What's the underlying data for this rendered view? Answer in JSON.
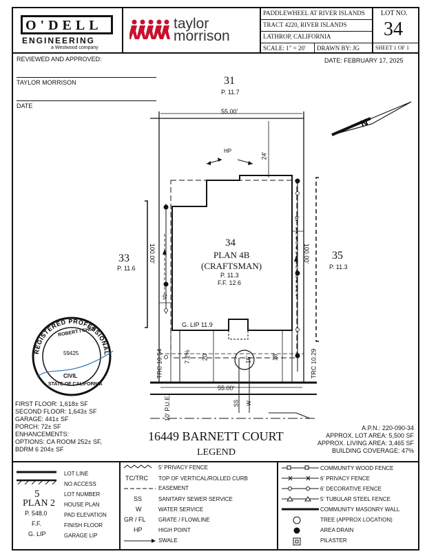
{
  "header": {
    "odell_name": "O'DELL",
    "odell_sub": "ENGINEERING",
    "odell_tag": "a Westwood company",
    "tm_line1": "taylor",
    "tm_line2": "morrison",
    "project_lines": [
      "PADDLEWHEEL AT RIVER ISLANDS",
      "TRACT 4220, RIVER ISLANDS",
      "LATHROP, CALIFORNIA"
    ],
    "scale": "SCALE:  1\" = 20'",
    "drawn_by": "DRAWN BY:  JG",
    "lot_label": "LOT NO.",
    "lot_no": "34",
    "sheet": "SHEET 1 OF 1"
  },
  "approval": {
    "reviewed": "REVIEWED AND APPROVED:",
    "date_label": "DATE: FEBRUARY 17, 2025",
    "company": "TAYLOR MORRISON",
    "date": "DATE"
  },
  "plan": {
    "lot_top_no": "31",
    "lot_top_p": "P. 11.7",
    "lot_left_no": "33",
    "lot_left_p": "P. 11.6",
    "lot_right_no": "35",
    "lot_right_p": "P. 11.3",
    "width_top": "55.00'",
    "width_bottom": "55.00'",
    "depth_left": "100.00'",
    "depth_right": "100.00'",
    "setback_rear": "24'",
    "setback_side_right": "5'",
    "setback_side_left": "5'",
    "setback_front_left": "20'",
    "setback_front_right": "18'",
    "setback_front_far": "7.2%",
    "garage_offset": "16'",
    "hp": "HP",
    "house_lot": "34",
    "house_plan": "PLAN 4B",
    "house_style": "(CRAFTSMAN)",
    "house_p": "P. 11.3",
    "house_ff": "F.F. 12.6",
    "glip": "G. LIP 11.9",
    "trc_left": "TRC 10.54",
    "trc_right": "TRC 10.29",
    "pue": "10' P.U.E.",
    "ss": "SS",
    "w": "W"
  },
  "seal": {
    "outer_text": "REGISTERED PROFESSIONAL ENGINEER",
    "name": "ROBERT I CHEN",
    "number": "59425",
    "discipline": "CIVIL",
    "state": "STATE OF CALIFORNIA"
  },
  "stats_left": [
    "FIRST FLOOR: 1,618± SF",
    "SECOND FLOOR: 1,643± SF",
    "GARAGE: 441± SF",
    "PORCH: 72± SF",
    "ENHANCEMENTS:",
    "OPTIONS: CA ROOM 252± SF,",
    "BDRM 6 204± SF"
  ],
  "address": "16449 BARNETT COURT",
  "legend_title": "LEGEND",
  "stats_right": [
    "A.P.N.: 220-090-34",
    "APPROX. LOT AREA: 5,500 SF",
    "APPROX. LIVING AREA: 3,465 SF",
    "BUILDING COVERAGE: 47%"
  ],
  "legend": {
    "col1": [
      "LOT LINE",
      "NO ACCESS",
      "LOT NUMBER",
      "HOUSE PLAN",
      "PAD ELEVATION",
      "FINISH FLOOR",
      "GARAGE LIP"
    ],
    "sample_lot": "5",
    "sample_plan": "PLAN 2",
    "sample_pad": "P. 548.0",
    "sample_ff": "F.F.",
    "sample_glip": "G. LIP",
    "col2_items": [
      {
        "sym": "",
        "label": "5' PRIVACY FENCE"
      },
      {
        "sym": "TC/TRC",
        "label": "TOP OF VERTICAL/ROLLED CURB"
      },
      {
        "sym": "",
        "label": "EASEMENT"
      },
      {
        "sym": "SS",
        "label": "SANITARY SEWER SERVICE"
      },
      {
        "sym": "W",
        "label": "WATER SERVICE"
      },
      {
        "sym": "GR / FL",
        "label": "GRATE / FLOWLINE"
      },
      {
        "sym": "HP",
        "label": "HIGH POINT"
      },
      {
        "sym": "",
        "label": "SWALE"
      }
    ],
    "col3": [
      "COMMUNITY WOOD FENCE",
      "6' PRIVACY FENCE",
      "6' DECORATIVE FENCE",
      "5' TUBULAR STEEL FENCE",
      "COMMUNITY MASONRY WALL",
      "TREE (APPROX LOCATION)",
      "AREA DRAIN",
      "PILASTER"
    ]
  }
}
